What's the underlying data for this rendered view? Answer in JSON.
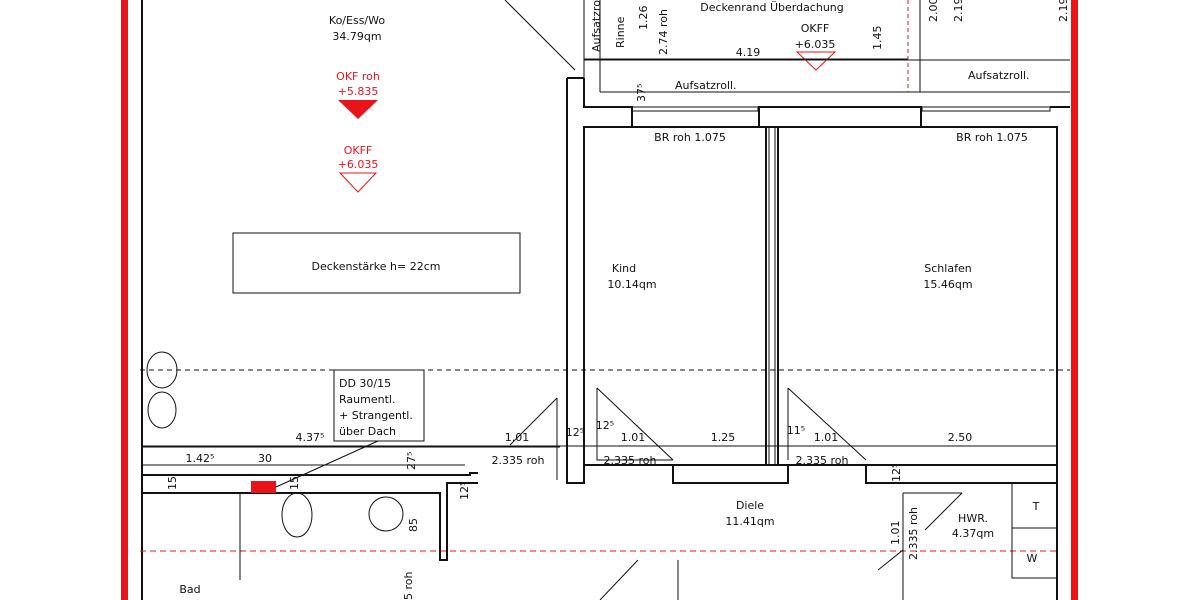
{
  "colors": {
    "accent_red": "#e8141a",
    "line": "#111111",
    "background": "#ffffff"
  },
  "rooms": {
    "living": {
      "name": "Ko/Ess/Wo",
      "area": "34.79qm"
    },
    "kind": {
      "name": "Kind",
      "area": "10.14qm"
    },
    "schlafen": {
      "name": "Schlafen",
      "area": "15.46qm"
    },
    "diele": {
      "name": "Diele",
      "area": "11.41qm"
    },
    "hwr": {
      "name": "HWR.",
      "area": "4.37qm"
    },
    "bad": {
      "name": "Bad"
    }
  },
  "levels": {
    "okf_roh": {
      "label": "OKF roh",
      "value": "+5.835"
    },
    "okff_left": {
      "label": "OKFF",
      "value": "+6.035"
    },
    "okff_top": {
      "label": "OKFF",
      "value": "+6.035"
    }
  },
  "notes": {
    "slab": "Deckenstärke h= 22cm",
    "deck_edge": "Deckenrand Überdachung",
    "gutter": "Rinne",
    "shutter": "Aufsatzroll.",
    "sill_left": "BR roh 1.075",
    "sill_right": "BR roh 1.075",
    "vent": [
      "DD 30/15",
      "Raumentl.",
      "+ Strangentl.",
      "über Dach"
    ],
    "appliance_t": "T",
    "appliance_w": "W"
  },
  "dimensions": {
    "top": [
      "1.26",
      "2.74 roh",
      "4.19",
      "1.45",
      "2.00",
      "2.19",
      "2.19",
      "37⁵"
    ],
    "bottom": [
      "4.37⁵",
      "1.42⁵",
      "30",
      "1.01",
      "2.335 roh",
      "12⁵",
      "12⁵",
      "1.01",
      "1.25",
      "2.335 roh",
      "11⁵",
      "1.01",
      "2.50",
      "2.335 roh",
      "12⁵",
      "2.335 roh",
      "1.01",
      "27⁵",
      "12⁵",
      "15",
      "15",
      "85",
      "5 roh"
    ]
  }
}
